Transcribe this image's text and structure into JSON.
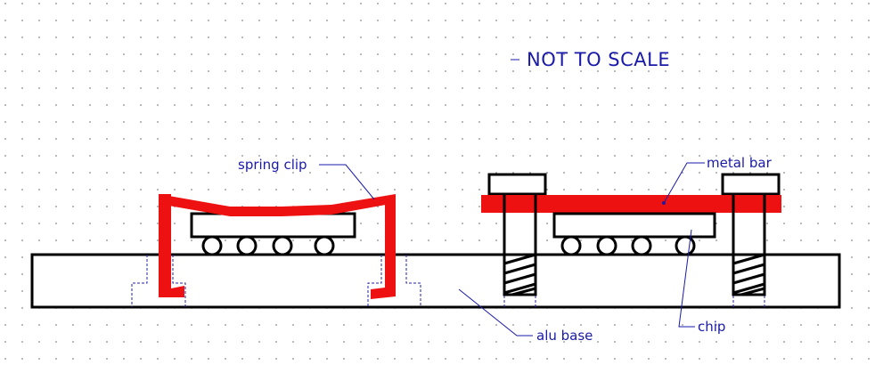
{
  "annotations": {
    "scale_note": "NOT TO SCALE",
    "spring_clip": "spring clip",
    "metal_bar": "metal bar",
    "alu_base": "alu base",
    "chip": "chip"
  },
  "colors": {
    "outline": "#000000",
    "clip_and_bar": "#ee1111",
    "label_text": "#1a1aa8",
    "dashed_hidden": "#2222aa",
    "grid_dot": "#888888"
  }
}
